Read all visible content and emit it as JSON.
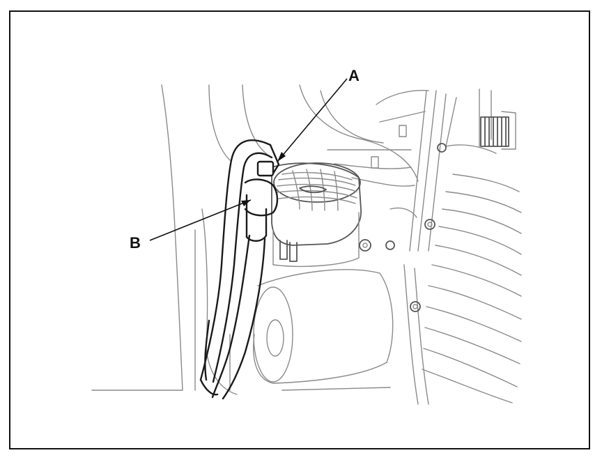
{
  "callouts": [
    {
      "id": "a",
      "label": "A"
    },
    {
      "id": "b",
      "label": "B"
    }
  ],
  "colors": {
    "frame": "#111111",
    "linework": "#8a8a8a",
    "dark_linework": "#1a1a1a",
    "background": "#ffffff"
  }
}
